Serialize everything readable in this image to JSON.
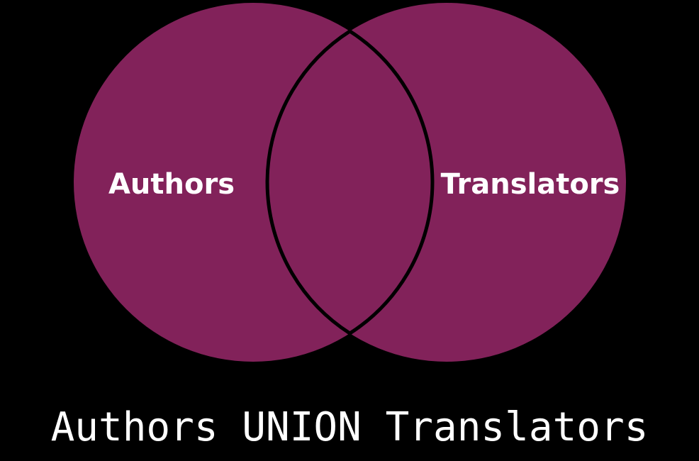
{
  "diagram": {
    "type": "venn",
    "fill_color": "#82225A",
    "outline_color": "#000000",
    "background_color": "#000000",
    "text_color": "#FFFFFF",
    "sets": [
      {
        "id": "authors",
        "label": "Authors"
      },
      {
        "id": "translators",
        "label": "Translators"
      }
    ],
    "highlighted_region": "union",
    "caption": "Authors UNION Translators"
  }
}
